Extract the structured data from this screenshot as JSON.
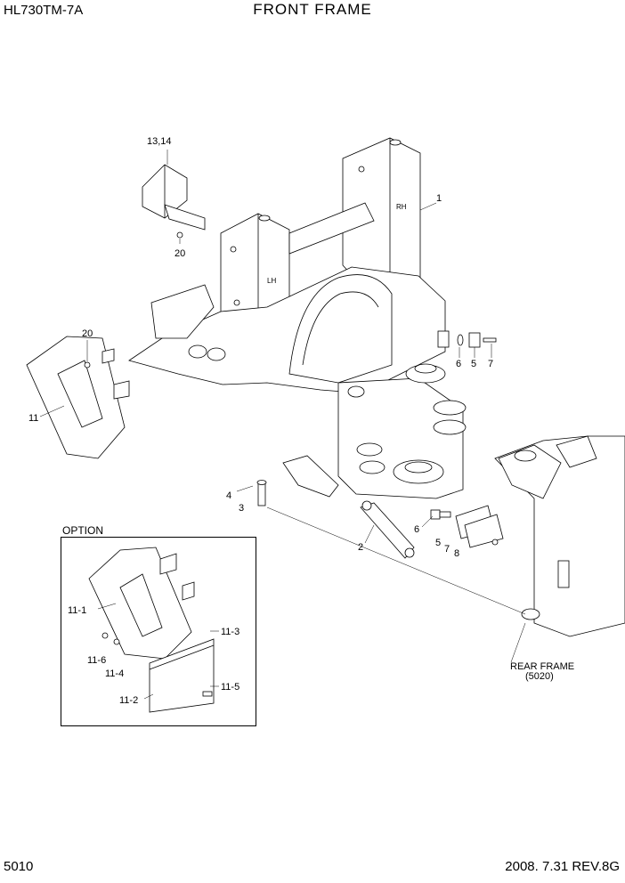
{
  "header": {
    "model": "HL730TM-7A",
    "title": "FRONT FRAME"
  },
  "footer": {
    "page_number": "5010",
    "revision": "2008. 7.31  REV.8G"
  },
  "option_box": {
    "label": "OPTION"
  },
  "callouts": {
    "c13_14": "13,14",
    "c20_top": "20",
    "c1": "1",
    "c20_left": "20",
    "c11": "11",
    "c6_top": "6",
    "c5_top": "5",
    "c7_top": "7",
    "c4": "4",
    "c3": "3",
    "c2": "2",
    "c6_bot": "6",
    "c5_bot": "5",
    "c7_bot": "7",
    "c8": "8",
    "c11_1": "11-1",
    "c11_3": "11-3",
    "c11_6": "11-6",
    "c11_4": "11-4",
    "c11_5": "11-5",
    "c11_2": "11-2"
  },
  "rear_frame": {
    "label": "REAR FRAME",
    "ref": "(5020)"
  },
  "frame_marks": {
    "lh": "LH",
    "rh": "RH"
  }
}
